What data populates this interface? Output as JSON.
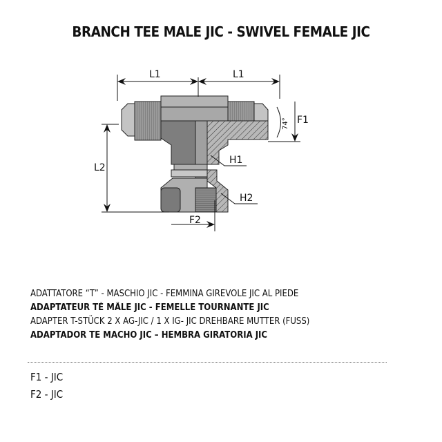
{
  "title": "BRANCH TEE MALE JIC - SWIVEL FEMALE JIC",
  "diagram": {
    "l1_left": "L1",
    "l1_right": "L1",
    "l2": "L2",
    "f1": "F1",
    "f2": "F2",
    "h1": "H1",
    "h2": "H2",
    "angle": "74°"
  },
  "descriptions": [
    "ADATTATORE “T” - MASCHIO JIC - FEMMINA GIREVOLE JIC AL PIEDE",
    "ADAPTATEUR TÉ MÂLE JIC - FEMELLE TOURNANTE JIC",
    "ADAPTER T-STÜCK 2 X AG-JIC / 1 X IG- JIC DREHBARE MUTTER (FUSS)",
    "ADAPTADOR TE MACHO  JIC –  HEMBRA GIRATORIA JIC"
  ],
  "specs": [
    "F1 - JIC",
    "F2 - JIC"
  ]
}
